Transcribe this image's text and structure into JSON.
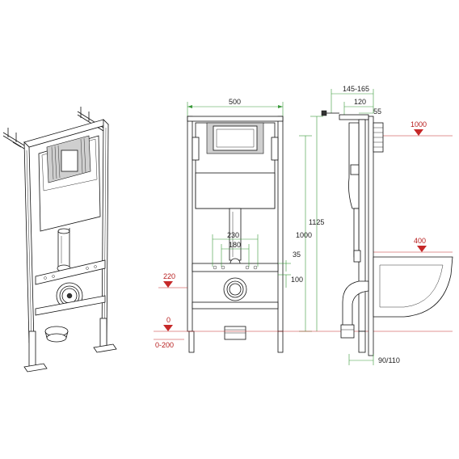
{
  "dimensions": {
    "width_500": "500",
    "d145_165": "145-165",
    "d120": "120",
    "d55": "55",
    "d1125": "1125",
    "d1000": "1000",
    "d230": "230",
    "d180": "180",
    "d35": "35",
    "d100": "100",
    "d90_110": "90/110"
  },
  "levels": {
    "l1000": "1000",
    "l400": "400",
    "l220": "220",
    "l0": "0",
    "l0_200": "0-200"
  },
  "colors": {
    "dimension_line": "#3a9a3a",
    "level_marker": "#c62828"
  }
}
